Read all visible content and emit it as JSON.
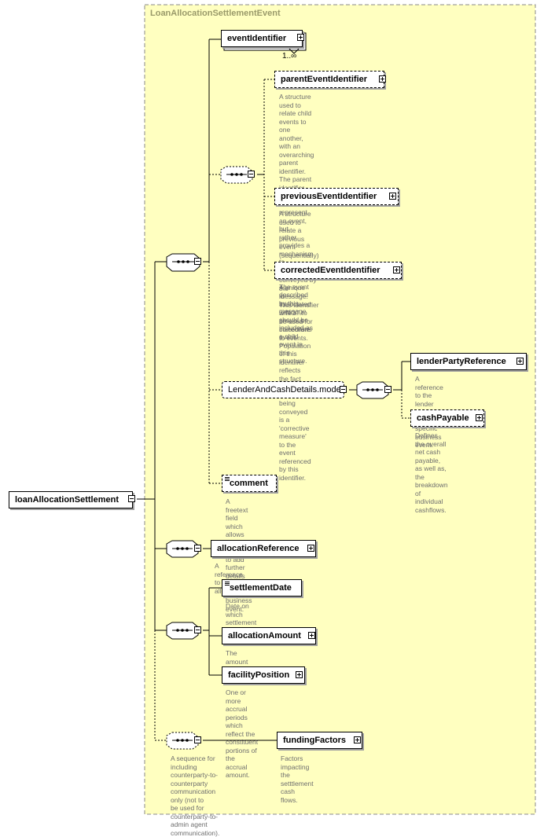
{
  "diagram": {
    "group_title": "LoanAllocationSettlementEvent",
    "root": {
      "label": "loanAllocationSettlement"
    },
    "nodes": {
      "eventIdentifier": {
        "label": "eventIdentifier",
        "cardinality": "1..∞"
      },
      "parentEventIdentifier": {
        "label": "parentEventIdentifier",
        "desc": "A structure used to relate child\nevents to one another, with an\noverarching parent identifier.\nThe parent identifier does not\nitself represent an event, but\nrather provides a mechanism to\ndescribe all related. The event\ndescribed by this message\nshould be included as a child\nevent in this structure."
      },
      "previousEventIdentifier": {
        "label": "previousEventIdentifier",
        "desc": "A structure used to relate a\nprevious event (sequentially) to\nthe event conveyed by the\nmessage. This identifier is NOT to\nbe used for corrections to events."
      },
      "correctedEventIdentifier": {
        "label": "correctedEventIdentifier",
        "desc": "A unique id associated with a\nprevious inaccurate event.\nPopulation of this identifier reflects\nthe fact that the event being\nconveyed is a 'corrective measure'\nto the event referenced by this\nidentifier."
      },
      "lenderAndCashDetails": {
        "label": "LenderAndCashDetails.model"
      },
      "lenderPartyReference": {
        "label": "lenderPartyReference",
        "desc": "A reference to the lender\nassociated with a specific\nbusiness event."
      },
      "cashPayable": {
        "label": "cashPayable",
        "desc": "Defines the overall net cash\npayable, as well as, the\nbreakdown of individual\ncashflows."
      },
      "comment": {
        "label": "comment",
        "desc": "A freetext field which allows\nthe sender to add further\ndetails around the business\nevent."
      },
      "allocationReference": {
        "label": "allocationReference",
        "desc": "A reference to an allocation."
      },
      "settlementDate": {
        "label": "settlementDate",
        "desc": "Date on which settlement\nwill occur."
      },
      "allocationAmount": {
        "label": "allocationAmount",
        "desc": "The amount settled."
      },
      "facilityPosition": {
        "label": "facilityPosition",
        "desc": "One or more accrual periods\nwhich reflect the constituent\nportions of the accrual\namount."
      },
      "fundingFactors": {
        "label": "fundingFactors",
        "desc": "Factors impacting the\nsetttlement cash flows."
      },
      "fundingSequence": {
        "desc": "A sequence for including\ncounterparty-to-counterparty\ncommunication only (not to\nbe used for\ncounterparty-to-admin agent\ncommunication)."
      }
    },
    "colors": {
      "group_fill": "#ffffc0",
      "group_border": "#8a8a8a",
      "description": "#6e6e6e"
    }
  }
}
